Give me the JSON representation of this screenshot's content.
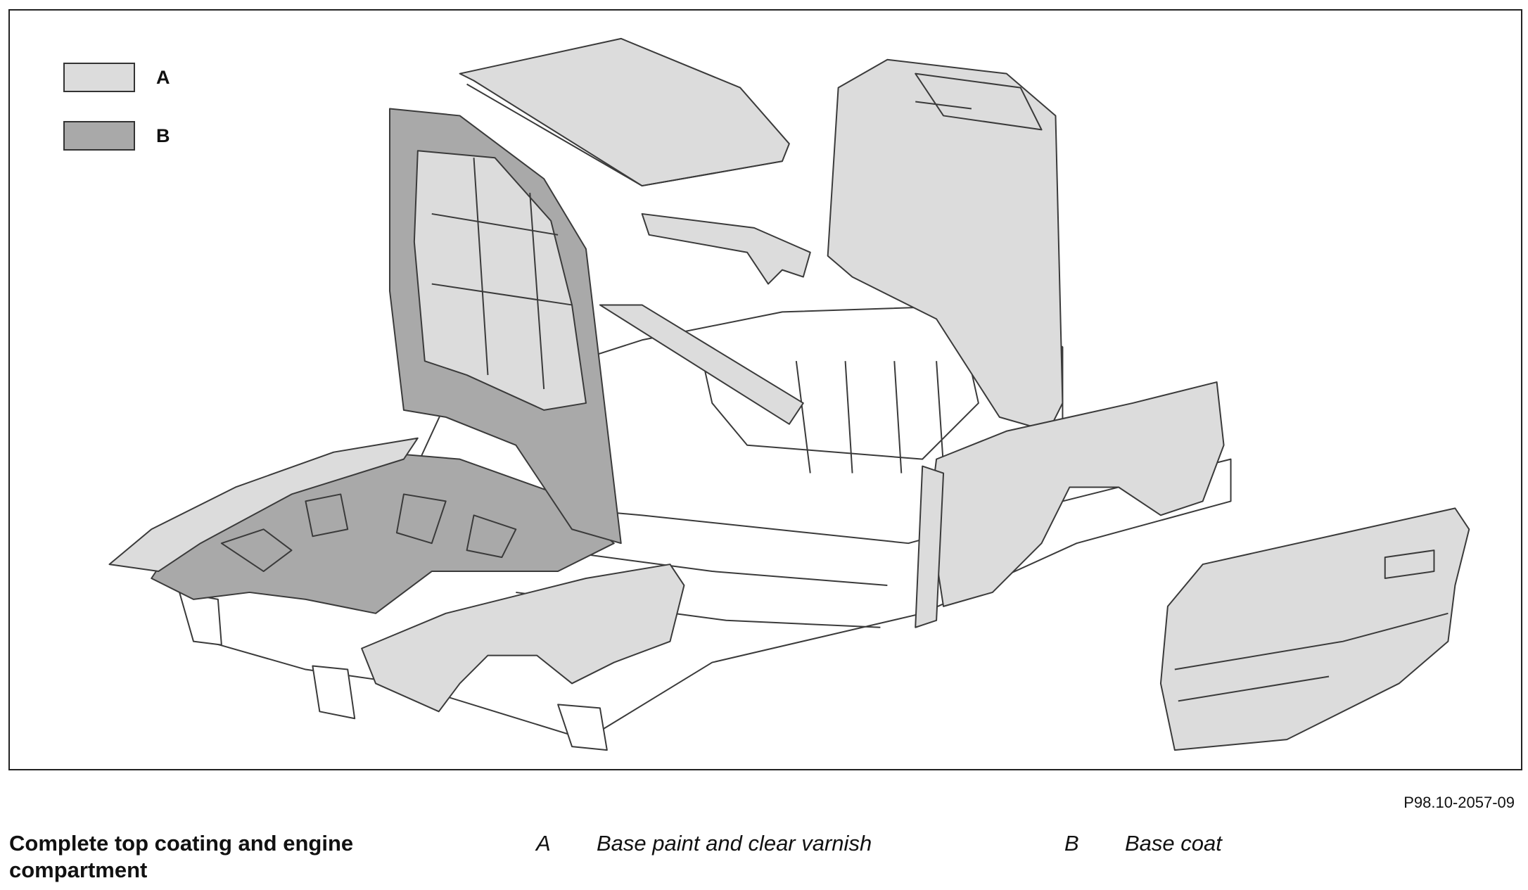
{
  "figure": {
    "legend": [
      {
        "key": "A",
        "color": "#dcdcdc"
      },
      {
        "key": "B",
        "color": "#a9a9a9"
      }
    ],
    "colors": {
      "line": "#3a3a3a",
      "panel_a": "#dcdcdc",
      "panel_b": "#a9a9a9"
    }
  },
  "figure_ref": "P98.10-2057-09",
  "caption": {
    "title": "Complete top coating and engine compartment",
    "items": [
      {
        "letter": "A",
        "text": "Base paint and clear varnish"
      },
      {
        "letter": "B",
        "text": "Base coat"
      }
    ]
  }
}
